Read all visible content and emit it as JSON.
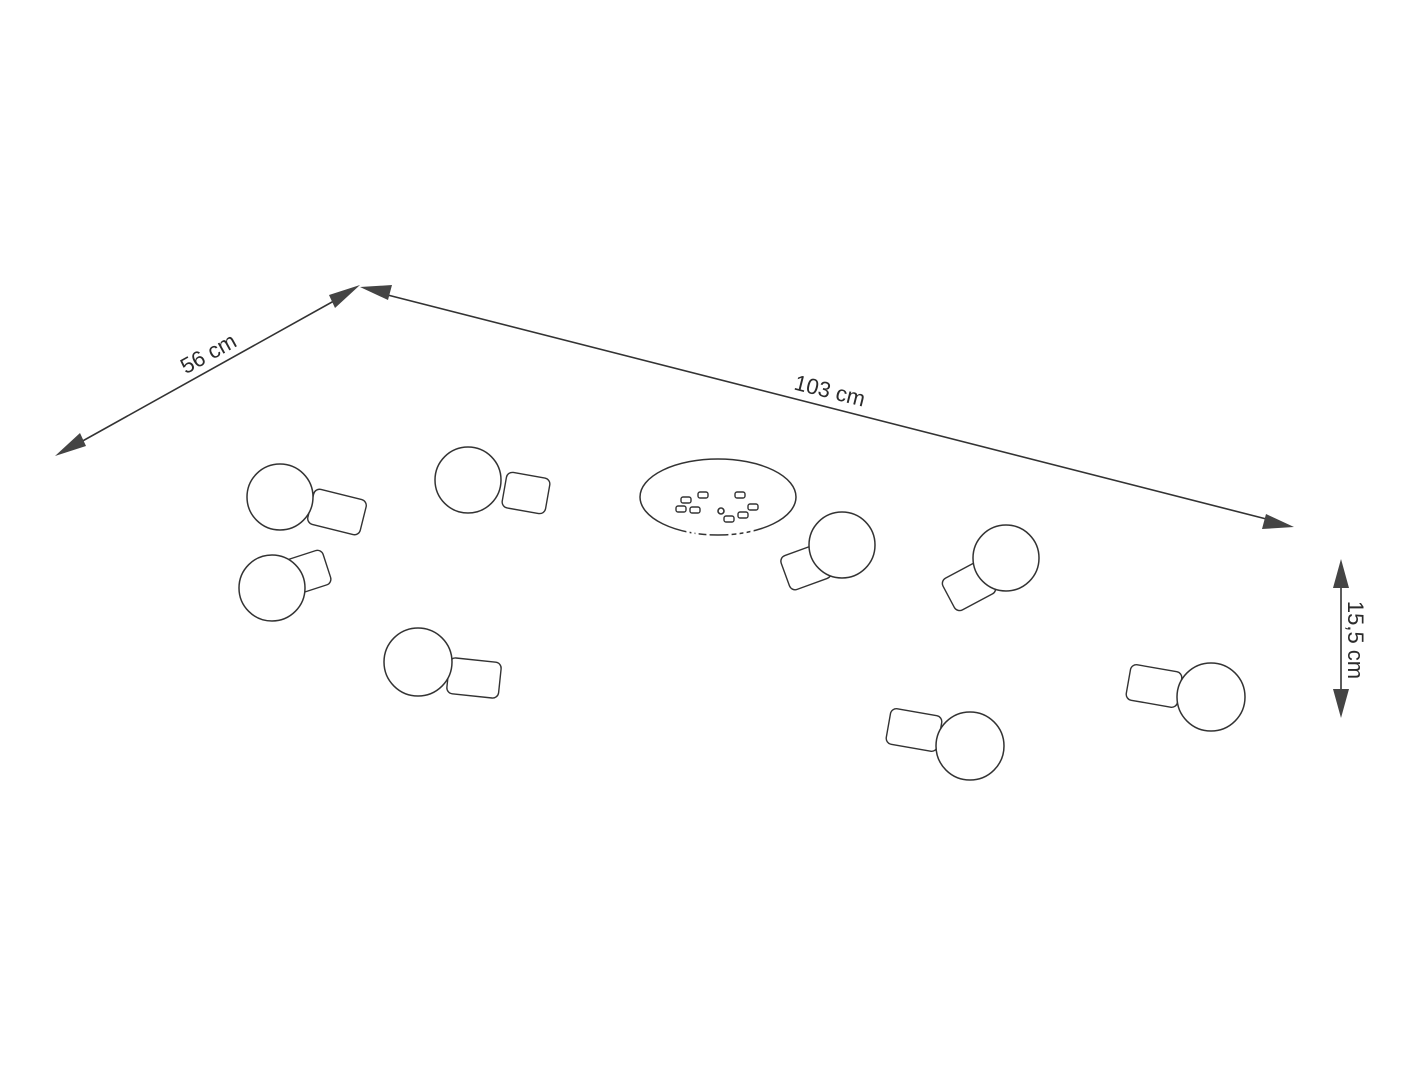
{
  "dimensions": {
    "depth": {
      "value": 56,
      "unit": "cm",
      "label": "56 cm"
    },
    "width": {
      "value": 103,
      "unit": "cm",
      "label": "103 cm"
    },
    "height": {
      "value": 15.5,
      "unit": "cm",
      "label": "15,5 cm"
    }
  },
  "fixture": {
    "bulb_count": 8
  },
  "colors": {
    "line": "#333333",
    "arrow": "#444444",
    "background": "#ffffff"
  }
}
